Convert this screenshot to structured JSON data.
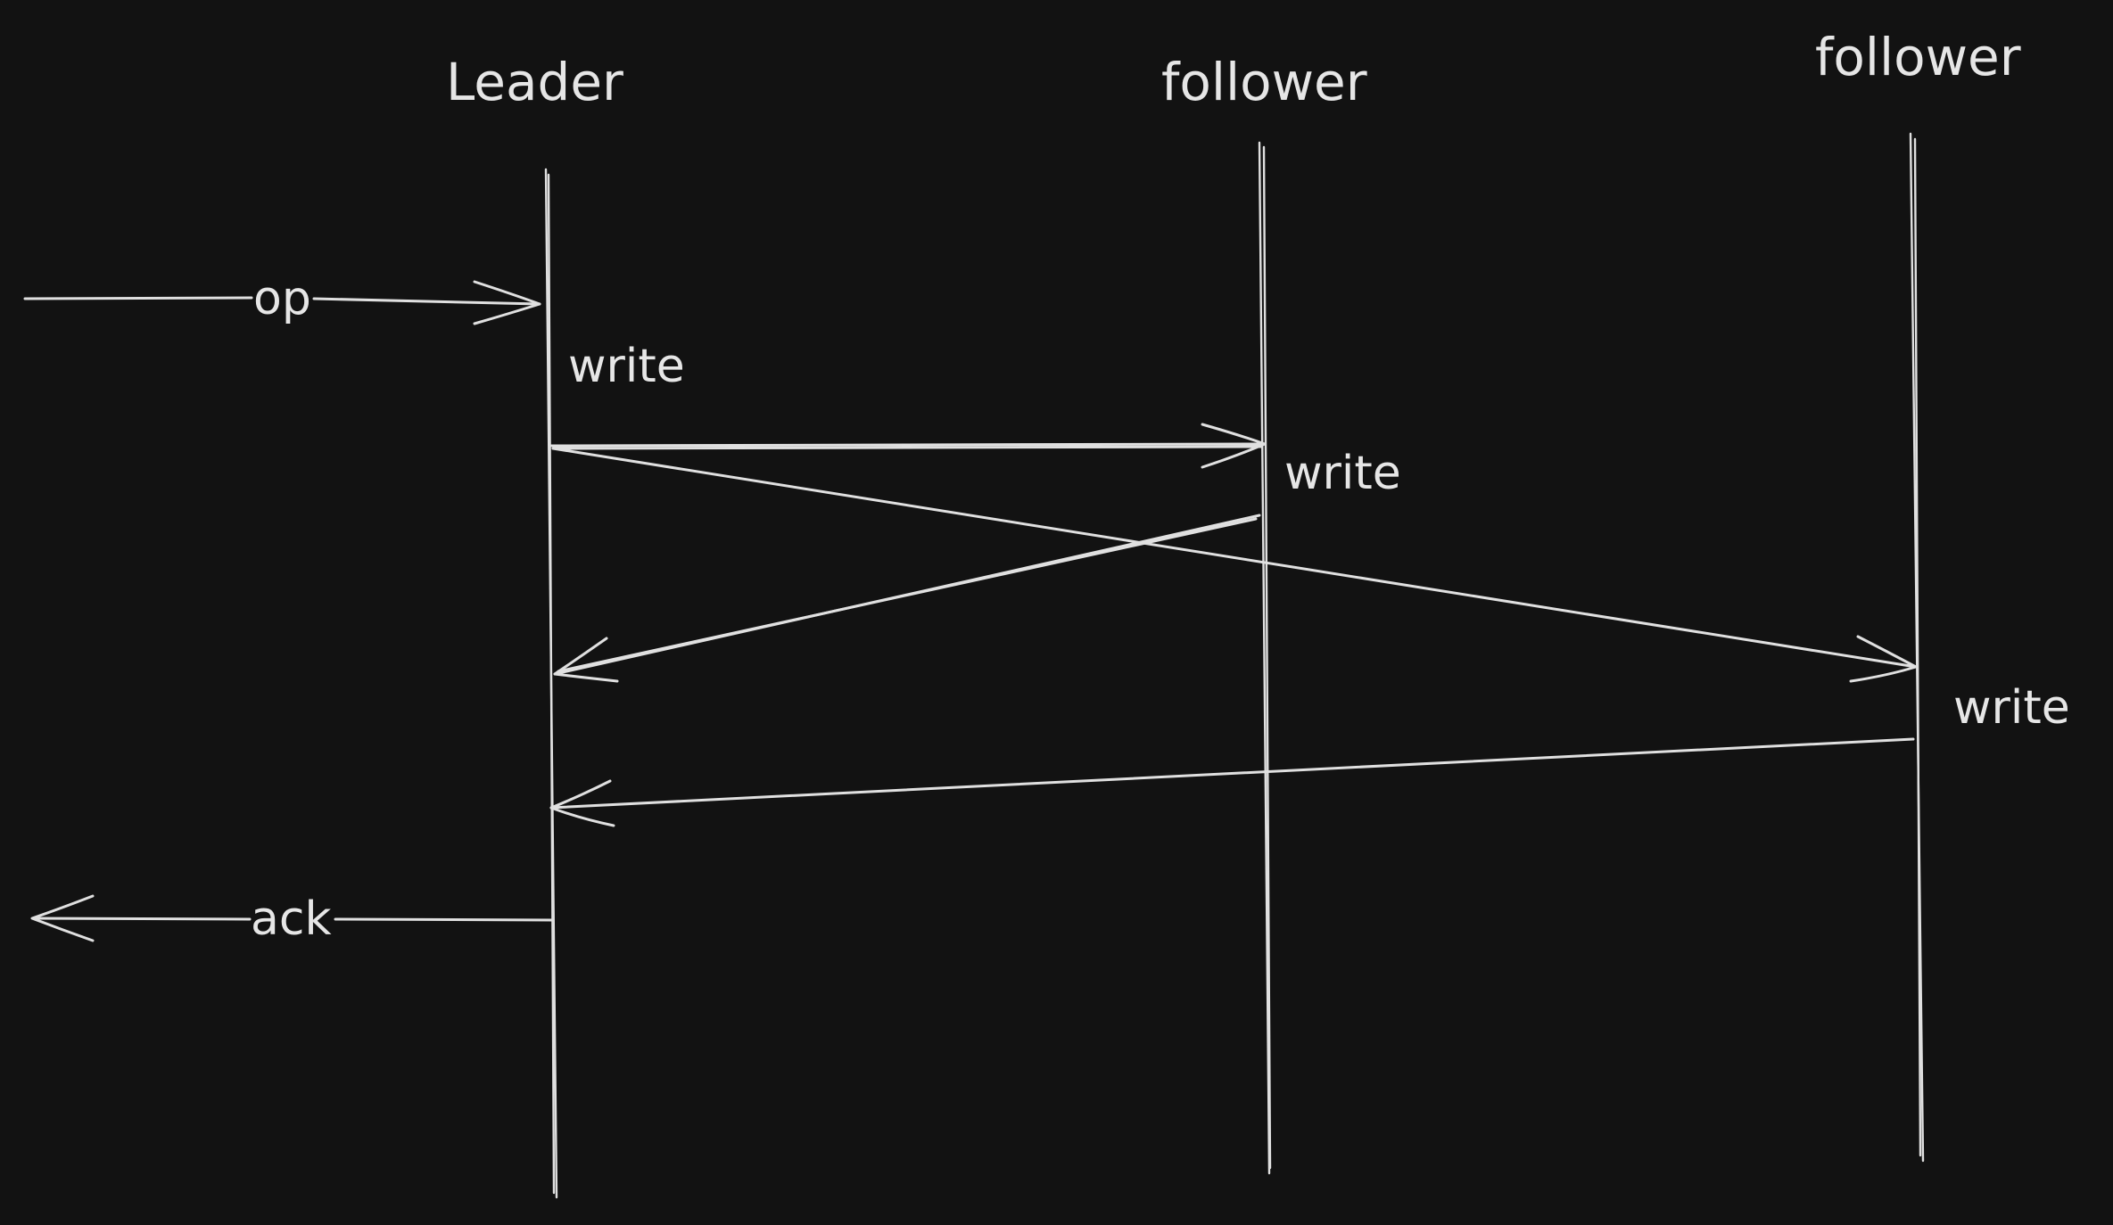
{
  "participants": {
    "leader": "Leader",
    "follower_1": "follower",
    "follower_2": "follower"
  },
  "messages": {
    "op": "op",
    "ack": "ack"
  },
  "actions": {
    "leader_write": "write",
    "follower_1_write": "write",
    "follower_2_write": "write"
  },
  "colors": {
    "background": "#121212",
    "stroke": "#e0e0e0",
    "text": "#e6e6e6"
  }
}
